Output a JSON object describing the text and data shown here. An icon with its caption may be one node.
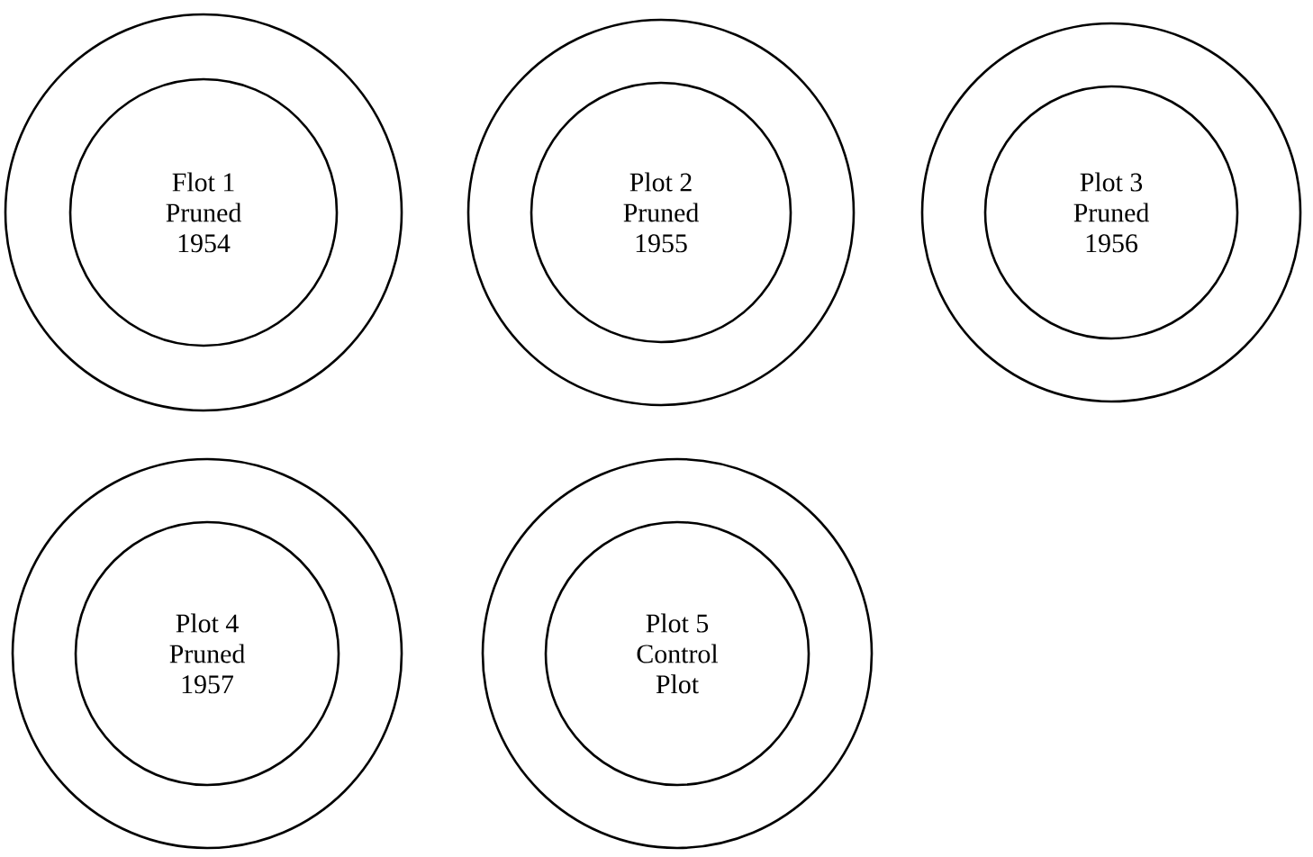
{
  "diagram": {
    "nodes": [
      {
        "text": [],
        "shape": "circle"
      },
      {
        "text": [
          "Flot 1 Pruned 1954"
        ],
        "in": 0
      },
      {
        "text": [],
        "shape": "circle"
      },
      {
        "text": [
          "Plot 2 Pruned 1955"
        ],
        "in": 2
      },
      {
        "text": [],
        "shape": "circle"
      },
      {
        "text": [
          "Plot 3 Pruned 1956"
        ],
        "in": 4
      },
      {
        "text": [],
        "shape": "circle"
      },
      {
        "text": [
          "Plot 4 Pruned 1957"
        ],
        "in": 6
      },
      {
        "text": [],
        "shape": "circle"
      },
      {
        "text": [
          "Plot 5 Control Plot"
        ],
        "in": 8
      }
    ]
  }
}
